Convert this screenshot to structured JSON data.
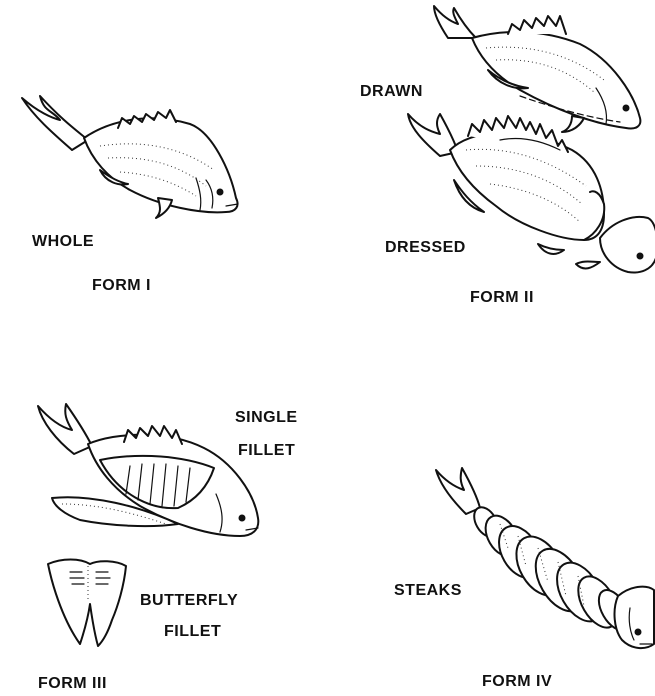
{
  "labels": {
    "whole": "WHOLE",
    "form1": "FORM I",
    "drawn": "DRAWN",
    "dressed": "DRESSED",
    "form2": "FORM II",
    "single_fillet_line1": "SINGLE",
    "single_fillet_line2": "FILLET",
    "butterfly_line1": "BUTTERFLY",
    "butterfly_line2": "FILLET",
    "form3": "FORM III",
    "steaks": "STEAKS",
    "form4": "FORM IV"
  }
}
